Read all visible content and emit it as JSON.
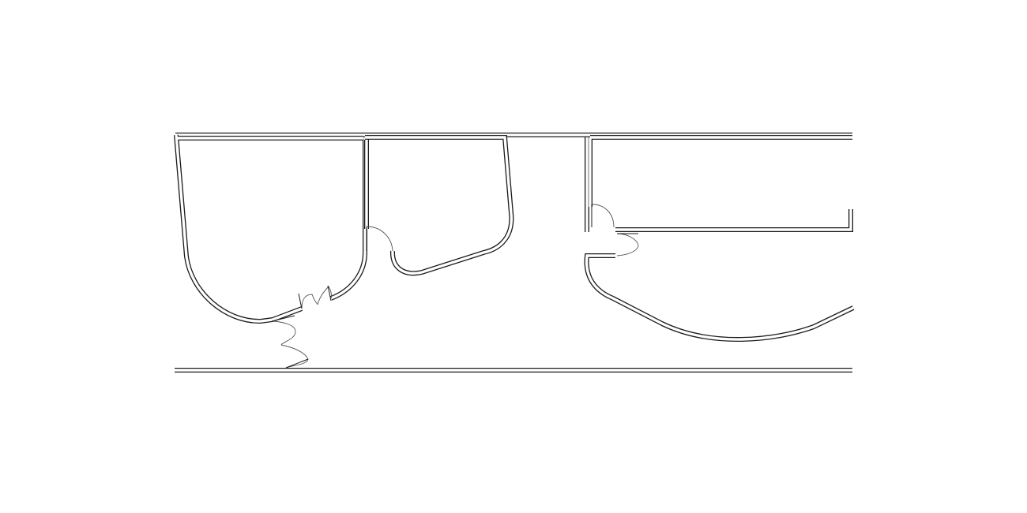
{
  "diagram": {
    "type": "floor-plan",
    "colors": {
      "background": "#ffffff",
      "wall": "#1a1a1a",
      "door_swing": "#555555"
    },
    "elements": [
      "corridor-top-wall",
      "corridor-bottom-wall",
      "room-left-rounded",
      "room-middle-curved",
      "room-right-partition",
      "room-right-curved",
      "door-left-room",
      "door-bottom-corridor",
      "door-middle-room",
      "door-right-upper",
      "door-right-lower"
    ]
  }
}
